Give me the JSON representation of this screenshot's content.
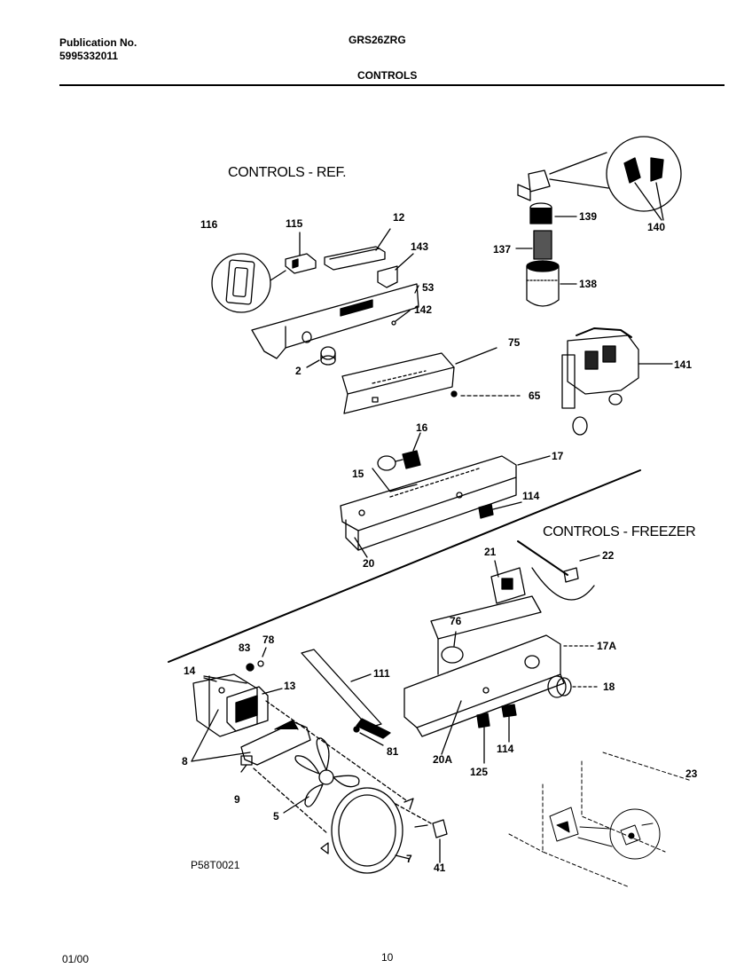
{
  "header": {
    "publication_label": "Publication No.",
    "publication_number": "5995332011",
    "model": "GRS26ZRG",
    "section": "CONTROLS"
  },
  "sections": {
    "ref_title": "CONTROLS - REF.",
    "freezer_title": "CONTROLS - FREEZER"
  },
  "callouts": {
    "c116": "116",
    "c115": "115",
    "c12": "12",
    "c143": "143",
    "c53": "53",
    "c142": "142",
    "c2": "2",
    "c139": "139",
    "c140": "140",
    "c137": "137",
    "c138": "138",
    "c141": "141",
    "c75": "75",
    "c65": "65",
    "c16": "16",
    "c17": "17",
    "c15": "15",
    "c114a": "114",
    "c20": "20",
    "c21": "21",
    "c22": "22",
    "c76": "76",
    "c17a": "17A",
    "c18": "18",
    "c83": "83",
    "c78": "78",
    "c14": "14",
    "c111": "111",
    "c13": "13",
    "c8": "8",
    "c9": "9",
    "c81": "81",
    "c20a": "20A",
    "c125": "125",
    "c114b": "114",
    "c5": "5",
    "c7": "7",
    "c41": "41",
    "c23": "23"
  },
  "figure_id": "P58T0021",
  "footer": {
    "date": "01/00",
    "page": "10"
  }
}
